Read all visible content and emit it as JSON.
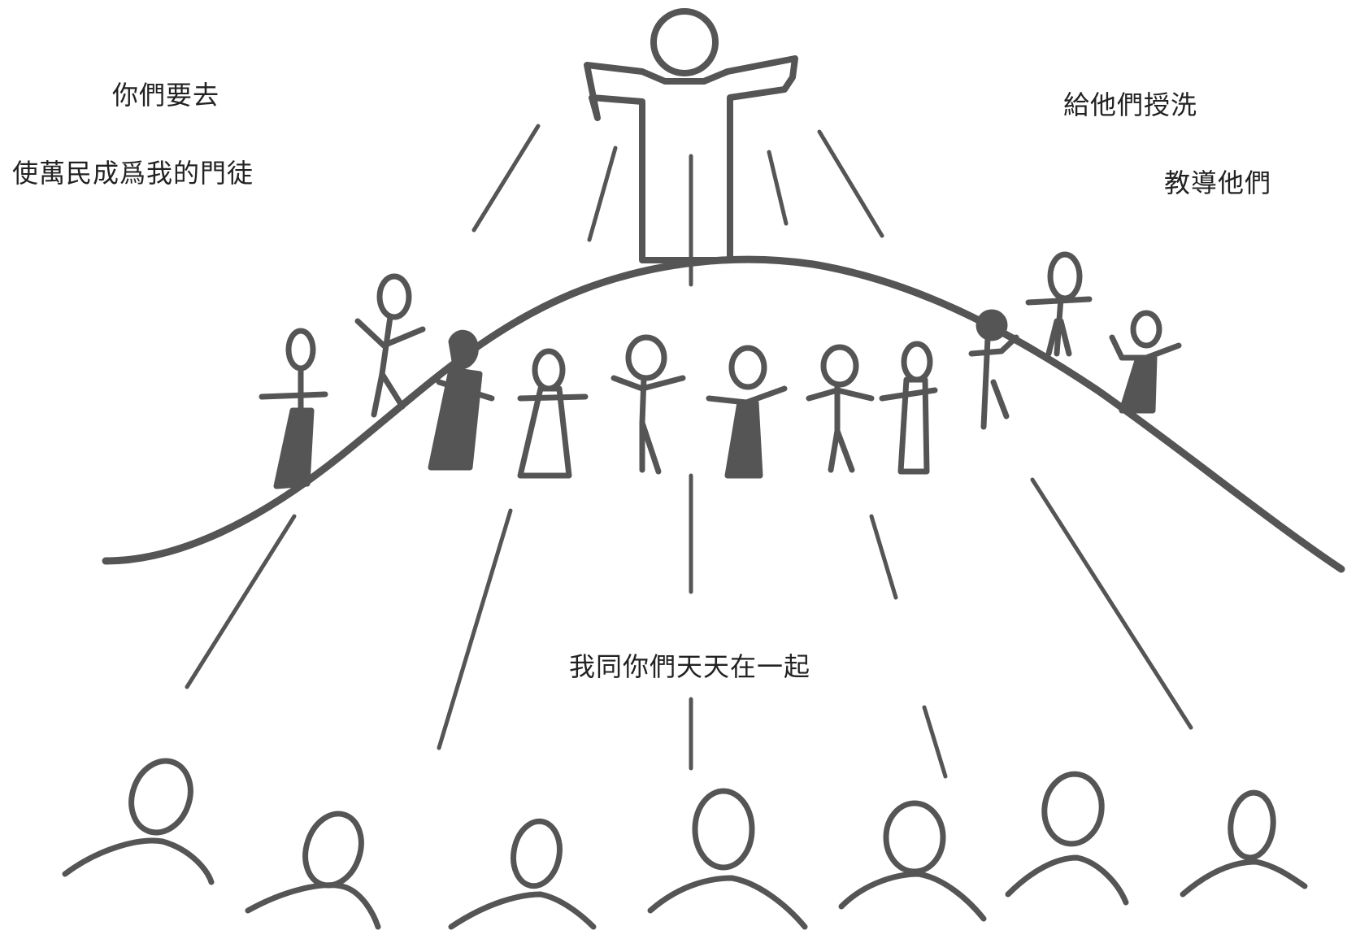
{
  "captions": {
    "go": "你們要去",
    "make_disciples": "使萬民成爲我的門徒",
    "baptize": "給他們授洗",
    "teach": "教導他們",
    "with_you": "我同你們天天在一起"
  },
  "colors": {
    "ink": "#555555",
    "background": "#ffffff"
  }
}
